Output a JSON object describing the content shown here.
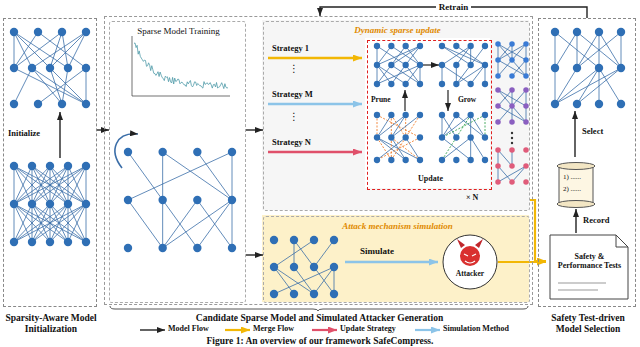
{
  "diagram": {
    "caption": "Figure 1: An overview of our framework SafeCompress.",
    "nodes": [
      {
        "text": [
          "Sparsity-Aware Model Initialization"
        ]
      },
      {
        "text": [
          "Candidate Sparse Model and Simulated Attacker Generation"
        ]
      },
      {
        "text": [
          "Sparse Model Training"
        ],
        "in": 1
      },
      {
        "text": [
          "Dynamic sparse update"
        ],
        "in": 1
      },
      {
        "text": [
          "Prune",
          "Grow",
          "Update",
          "× N"
        ],
        "in": 3
      },
      {
        "text": [
          "Attack mechanism simulation"
        ],
        "in": 1
      },
      {
        "text": [
          "Attacker"
        ],
        "in": 5
      },
      {
        "text": [
          "Safety Test-driven Model Selection"
        ]
      },
      {
        "text": [
          "1) ......",
          "2) ......"
        ],
        "in": 7
      },
      {
        "text": [
          "Safety & Performance Tests"
        ],
        "in": 7
      }
    ],
    "edges": [
      {
        "from": 0,
        "to": 2,
        "arrow": "to"
      },
      {
        "from": 2,
        "to": 3,
        "arrow": "to"
      },
      {
        "from": 2,
        "to": 5,
        "arrow": "to"
      },
      {
        "from": 3,
        "to": 9,
        "arrow": "to"
      },
      {
        "from": 6,
        "to": 9,
        "arrow": "to"
      },
      {
        "from": 9,
        "to": 8,
        "label": "Record",
        "arrow": "to"
      },
      {
        "from": 7,
        "to": 1,
        "label": "Retrain",
        "arrow": "to"
      }
    ],
    "labels": [
      "Initialize",
      "Strategy 1",
      "⋮",
      "Strategy M",
      "⋮",
      "Strategy N",
      "Simulate",
      "Select"
    ],
    "legend": [
      {
        "text": "Model Flow"
      },
      {
        "text": "Merge Flow"
      },
      {
        "text": "Update Strategy"
      },
      {
        "text": "Simulation Method"
      }
    ]
  }
}
